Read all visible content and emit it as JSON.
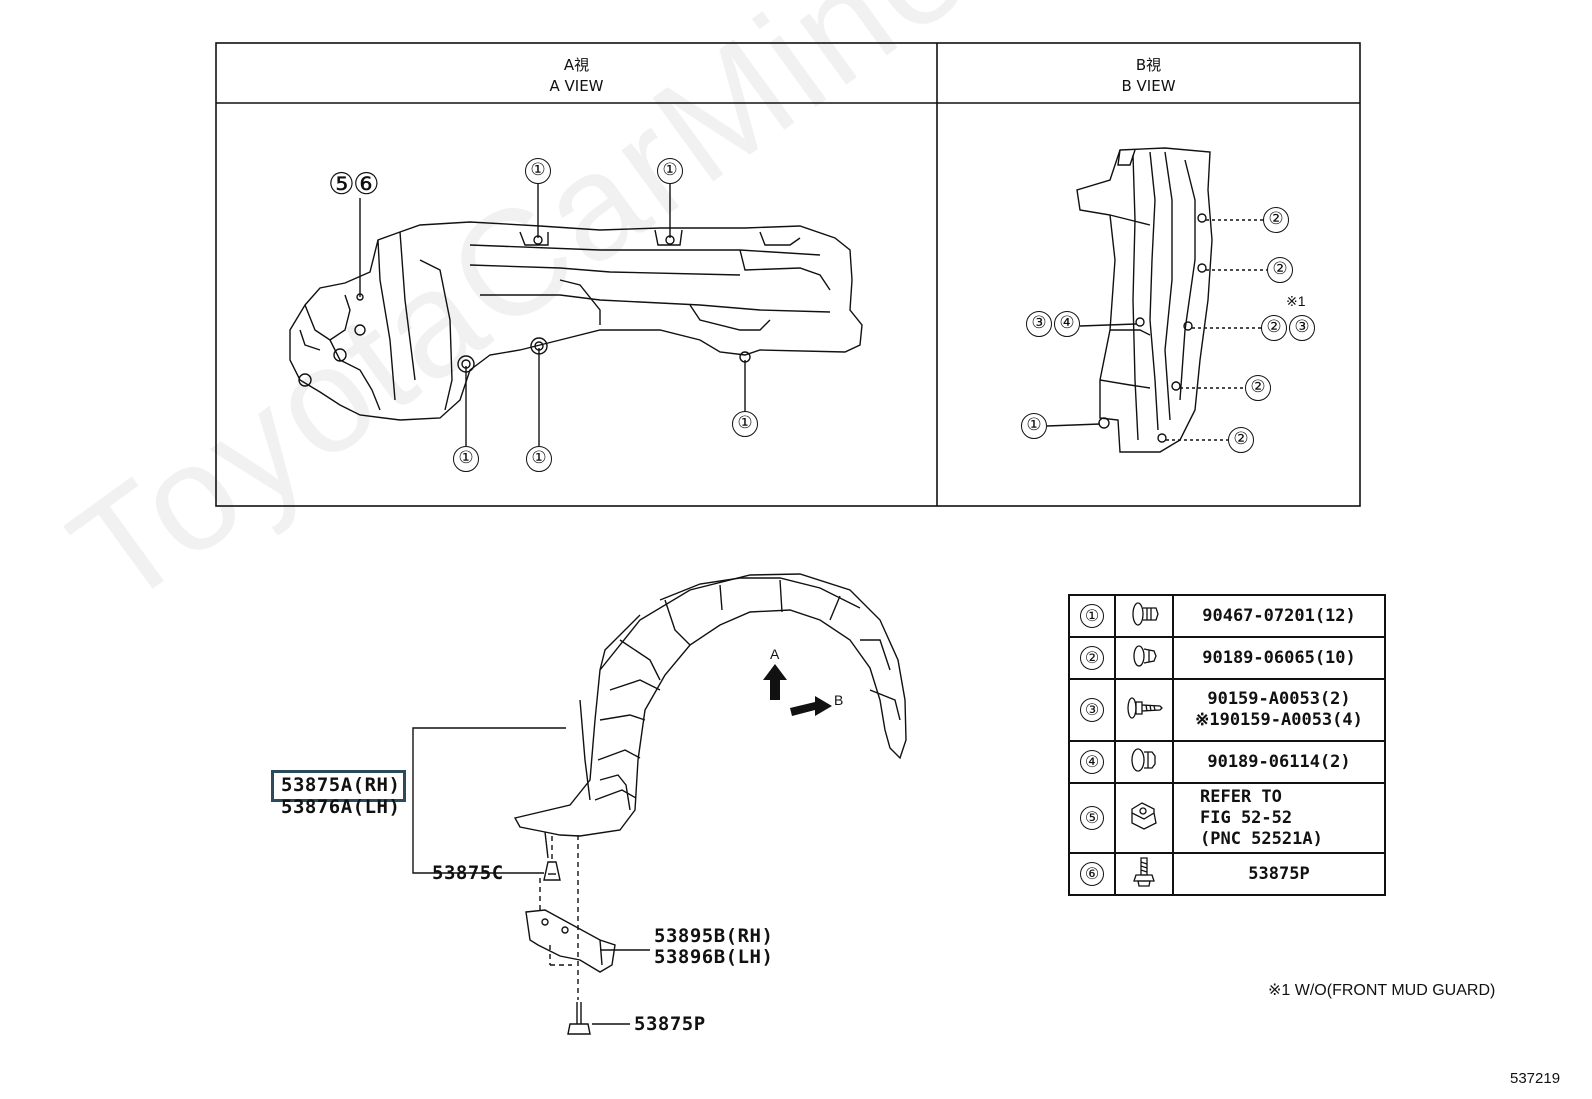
{
  "views": {
    "a": {
      "jp": "A視",
      "en": "A VIEW"
    },
    "b": {
      "jp": "B視",
      "en": "B VIEW"
    }
  },
  "callouts": {
    "a_view": [
      "⑤⑥",
      "①",
      "①",
      "①",
      "①",
      "①"
    ],
    "b_view": [
      "②",
      "②",
      "②",
      "②",
      "②",
      "③",
      "③",
      "④",
      "①"
    ],
    "b_view_note": "※1"
  },
  "main_view": {
    "arrow_a": "A",
    "arrow_b": "B",
    "parts": {
      "liner_rh": "53875A(RH)",
      "liner_lh": "53876A(LH)",
      "clip": "53875C",
      "bracket_rh": "53895B(RH)",
      "bracket_lh": "53896B(LH)",
      "bolt": "53875P"
    }
  },
  "legend": {
    "rows": [
      {
        "num": "①",
        "lines": [
          "90467-07201(12)"
        ]
      },
      {
        "num": "②",
        "lines": [
          "90189-06065(10)"
        ]
      },
      {
        "num": "③",
        "lines": [
          "90159-A0053(2)",
          "※190159-A0053(4)"
        ]
      },
      {
        "num": "④",
        "lines": [
          "90189-06114(2)"
        ]
      },
      {
        "num": "⑤",
        "lines": [
          "REFER TO",
          "FIG 52-52",
          "(PNC 52521A)"
        ]
      },
      {
        "num": "⑥",
        "lines": [
          "53875P"
        ]
      }
    ]
  },
  "footnote": "※1 W/O(FRONT MUD GUARD)",
  "figure_id": "537219",
  "watermark": "ToyotaCarMine.ru"
}
